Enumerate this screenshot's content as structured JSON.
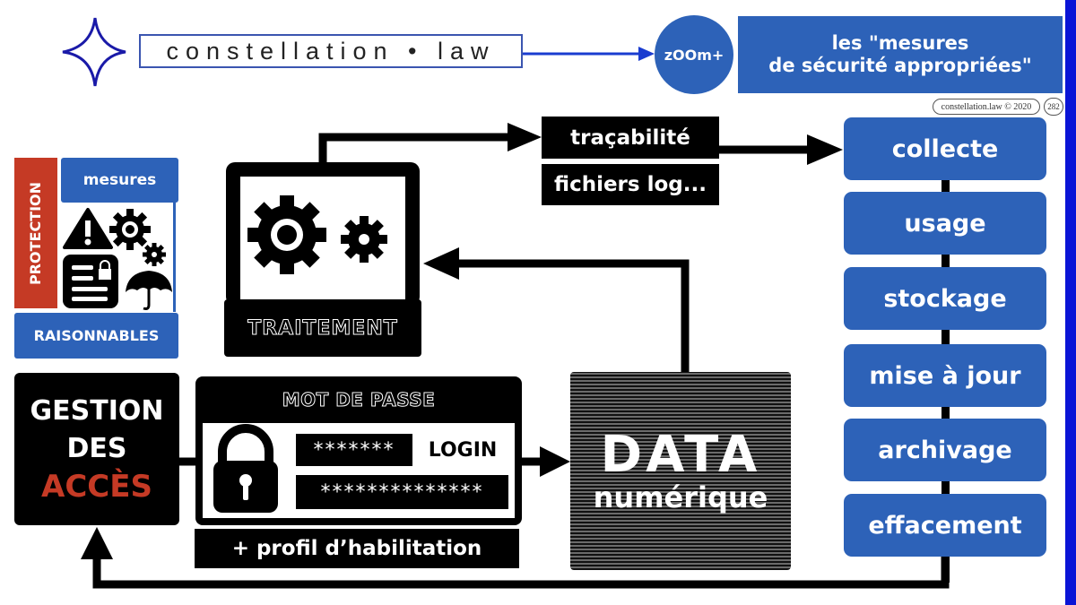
{
  "header": {
    "logo_text": "constellation • law",
    "zoom_badge": "zOOm+",
    "title_line1": "les \"mesures",
    "title_line2": "de sécurité appropriées\"",
    "copyright": "constellation.law © 2020",
    "page_number": "282"
  },
  "protection_block": {
    "vertical_label": "PROTECTION",
    "top_label": "mesures",
    "bottom_label": "RAISONNABLES",
    "icons": [
      "warning-icon",
      "gear-icon",
      "small-gear-icon",
      "locked-document-icon",
      "umbrella-icon"
    ]
  },
  "processing": {
    "label": "TRAITEMENT",
    "icons": [
      "large-gear-icon",
      "small-gear-icon"
    ]
  },
  "traceability": {
    "label": "traçabilité",
    "sublabel": "fichiers log..."
  },
  "lifecycle": {
    "steps": [
      "collecte",
      "usage",
      "stockage",
      "mise à jour",
      "archivage",
      "effacement"
    ]
  },
  "access_management": {
    "line1": "GESTION",
    "line2": "DES",
    "line3": "ACCÈS"
  },
  "password_panel": {
    "title": "MOT DE PASSE",
    "field1": "*******",
    "field1_label": "LOGIN",
    "field2": "**************",
    "profile_label": "+ profil d’habilitation"
  },
  "data_block": {
    "title": "DATA",
    "subtitle": "numérique"
  },
  "colors": {
    "brand_blue": "#2d62b8",
    "accent_red": "#c53a25",
    "edge_blue": "#0a14d6",
    "logo_star": "#1a1aa8"
  }
}
